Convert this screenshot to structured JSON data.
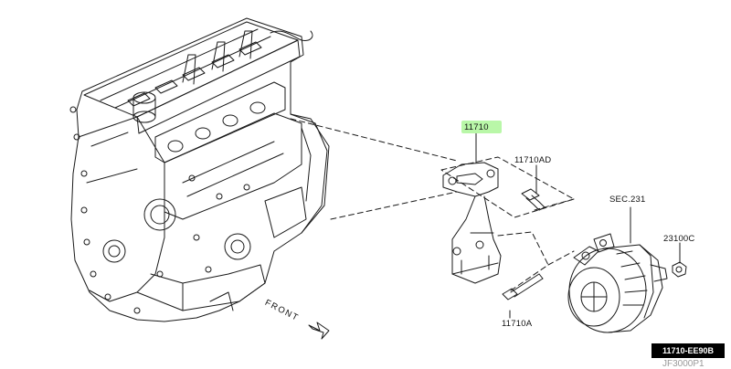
{
  "colors": {
    "highlight": "#b9f7a8",
    "ink": "#1a1a1a",
    "badge_bg": "#000000",
    "badge_text": "#ffffff"
  },
  "parts": {
    "bracket": "11710",
    "bracket_bolt_upper": "11710AD",
    "bracket_bolt_lower": "11710A",
    "alternator_section": "SEC.231",
    "alternator_nut": "23100C"
  },
  "front_label": "FRONT",
  "diagram_code": "11710-EE90B",
  "footer_partial": "JF3000P1"
}
